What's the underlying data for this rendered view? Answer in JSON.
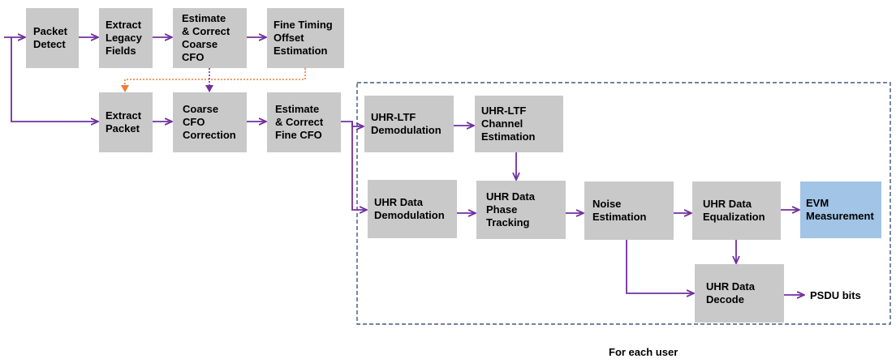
{
  "colors": {
    "box_fill": "#c9c9c9",
    "highlight_fill": "#a2c4e6",
    "flow_arrow": "#7030a0",
    "feedback_orange": "#ed7d31",
    "feedback_purple": "#7030a0",
    "user_region_border": "#1f3864"
  },
  "blocks": {
    "packet_detect": "Packet\nDetect",
    "extract_legacy": "Extract\nLegacy\nFields",
    "coarse_cfo_est": "Estimate\n& Correct\nCoarse\nCFO",
    "fine_timing": "Fine Timing\nOffset\nEstimation",
    "extract_packet": "Extract\nPacket",
    "coarse_cfo_corr": "Coarse\nCFO\nCorrection",
    "fine_cfo": "Estimate\n& Correct\nFine CFO",
    "uhr_ltf_demod": "UHR-LTF\nDemodulation",
    "uhr_ltf_chan": "UHR-LTF\nChannel\nEstimation",
    "uhr_data_demod": "UHR Data\nDemodulation",
    "uhr_phase_track": "UHR Data\nPhase\nTracking",
    "noise_est": "Noise\nEstimation",
    "uhr_equalization": "UHR Data\nEqualization",
    "evm": "EVM\nMeasurement",
    "uhr_decode": "UHR Data\nDecode"
  },
  "labels": {
    "psdu_bits": "PSDU bits",
    "for_each_user": "For each user"
  }
}
